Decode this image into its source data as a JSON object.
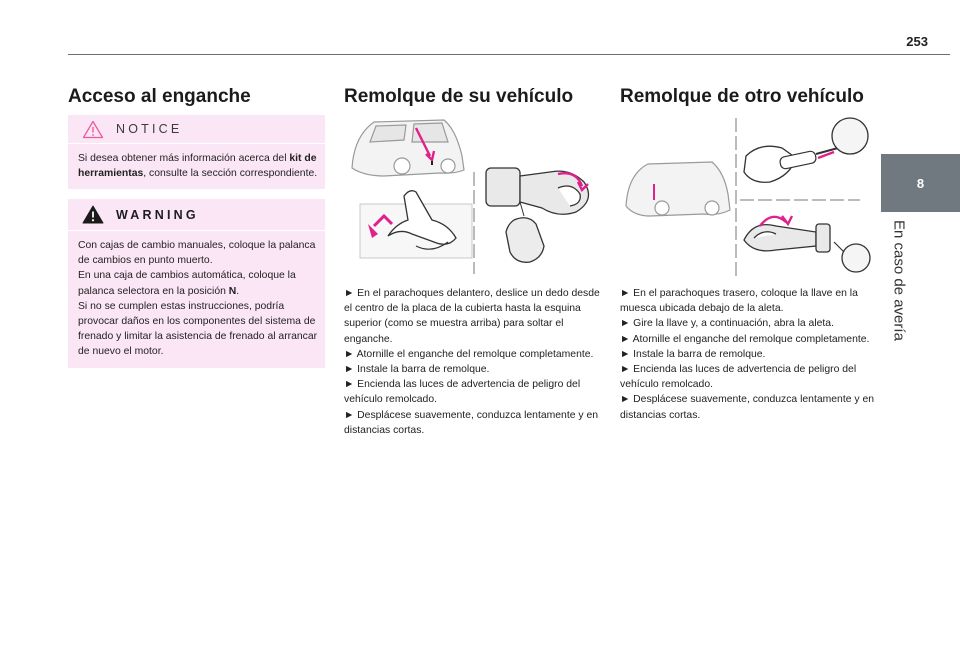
{
  "page": {
    "number": "253"
  },
  "side_tab": {
    "chapter": "8",
    "title": "En caso de avería"
  },
  "col1": {
    "title": "Acceso al enganche",
    "notice": {
      "label": "NOTICE",
      "text_a": "Si desea obtener más información acerca del ",
      "text_bold": "kit de herramientas",
      "text_b": ", consulte la sección correspondiente."
    },
    "warning": {
      "label": "WARNING",
      "lines": [
        "Con cajas de cambio manuales, coloque la palanca de cambios en punto muerto.",
        "En una caja de cambios automática, coloque la palanca selectora en la posición ",
        "N",
        ".",
        "Si no se cumplen estas instrucciones, podría provocar daños en los componentes del sistema de frenado y limitar la asistencia de frenado al arrancar de nuevo el motor."
      ]
    }
  },
  "col2": {
    "title": "Remolque de su vehículo",
    "steps": [
      "► En el parachoques delantero, deslice un dedo desde el centro de la placa de la cubierta hasta la esquina superior (como se muestra arriba) para soltar el enganche.",
      "► Atornille el enganche del remolque completamente.",
      "► Instale la barra de remolque.",
      "► Encienda las luces de advertencia de peligro del vehículo remolcado.",
      "► Desplácese suavemente, conduzca lentamente y en distancias cortas."
    ]
  },
  "col3": {
    "title": "Remolque de otro vehículo",
    "steps": [
      "► En el parachoques trasero, coloque la llave en la muesca ubicada debajo de la aleta.",
      "► Gire la llave y, a continuación, abra la aleta.",
      "► Atornille el enganche del remolque completamente.",
      "► Instale la barra de remolque.",
      "► Encienda las luces de advertencia de peligro del vehículo remolcado.",
      "► Desplácese suavemente, conduzca lentamente y en distancias cortas."
    ]
  },
  "colors": {
    "accent": "#e0208c",
    "box_bg": "#fbe6f6",
    "tab_bg": "#707880"
  }
}
